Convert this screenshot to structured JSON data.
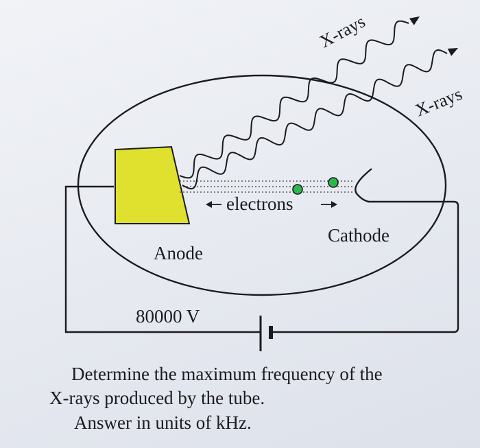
{
  "labels": {
    "xrays_upper": "X-rays",
    "xrays_lower": "X-rays",
    "electrons": "electrons",
    "cathode": "Cathode",
    "anode": "Anode",
    "voltage": "80000 V"
  },
  "question": {
    "line1": "Determine the maximum frequency of the",
    "line2": "X-rays produced by the tube.",
    "line3": "Answer in units of kHz."
  },
  "colors": {
    "anode_fill": "#e0e12e",
    "electron_fill": "#2db84c",
    "wire": "#1b1b1f"
  }
}
